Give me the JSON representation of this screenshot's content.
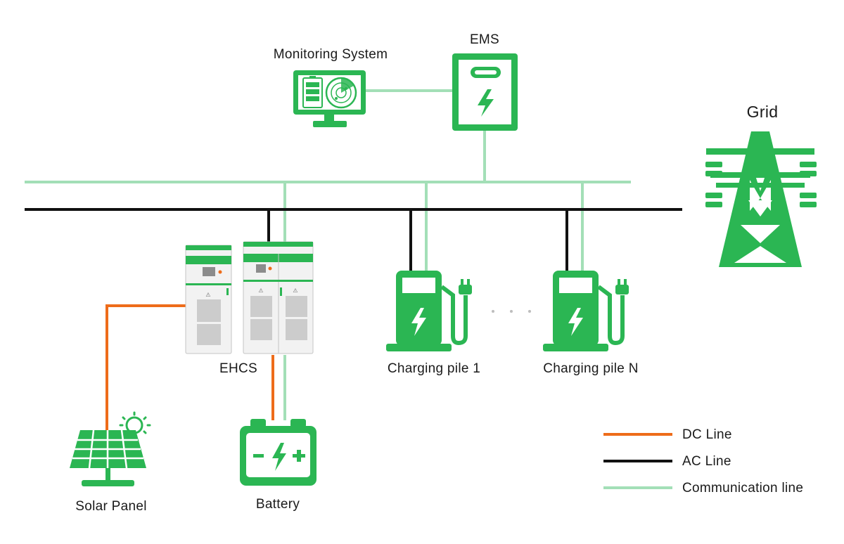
{
  "labels": {
    "monitoring_system": "Monitoring System",
    "ems": "EMS",
    "grid": "Grid",
    "ehcs": "EHCS",
    "charging_pile_1": "Charging pile 1",
    "charging_pile_n": "Charging pile N",
    "solar_panel": "Solar Panel",
    "battery": "Battery"
  },
  "legend": {
    "dc_line": "DC Line",
    "ac_line": "AC Line",
    "communication_line": "Communication line"
  },
  "colors": {
    "dc_line": "#ee6c1a",
    "ac_line": "#111111",
    "communication_line": "#a3dfb7",
    "icon_green": "#2bb653"
  }
}
